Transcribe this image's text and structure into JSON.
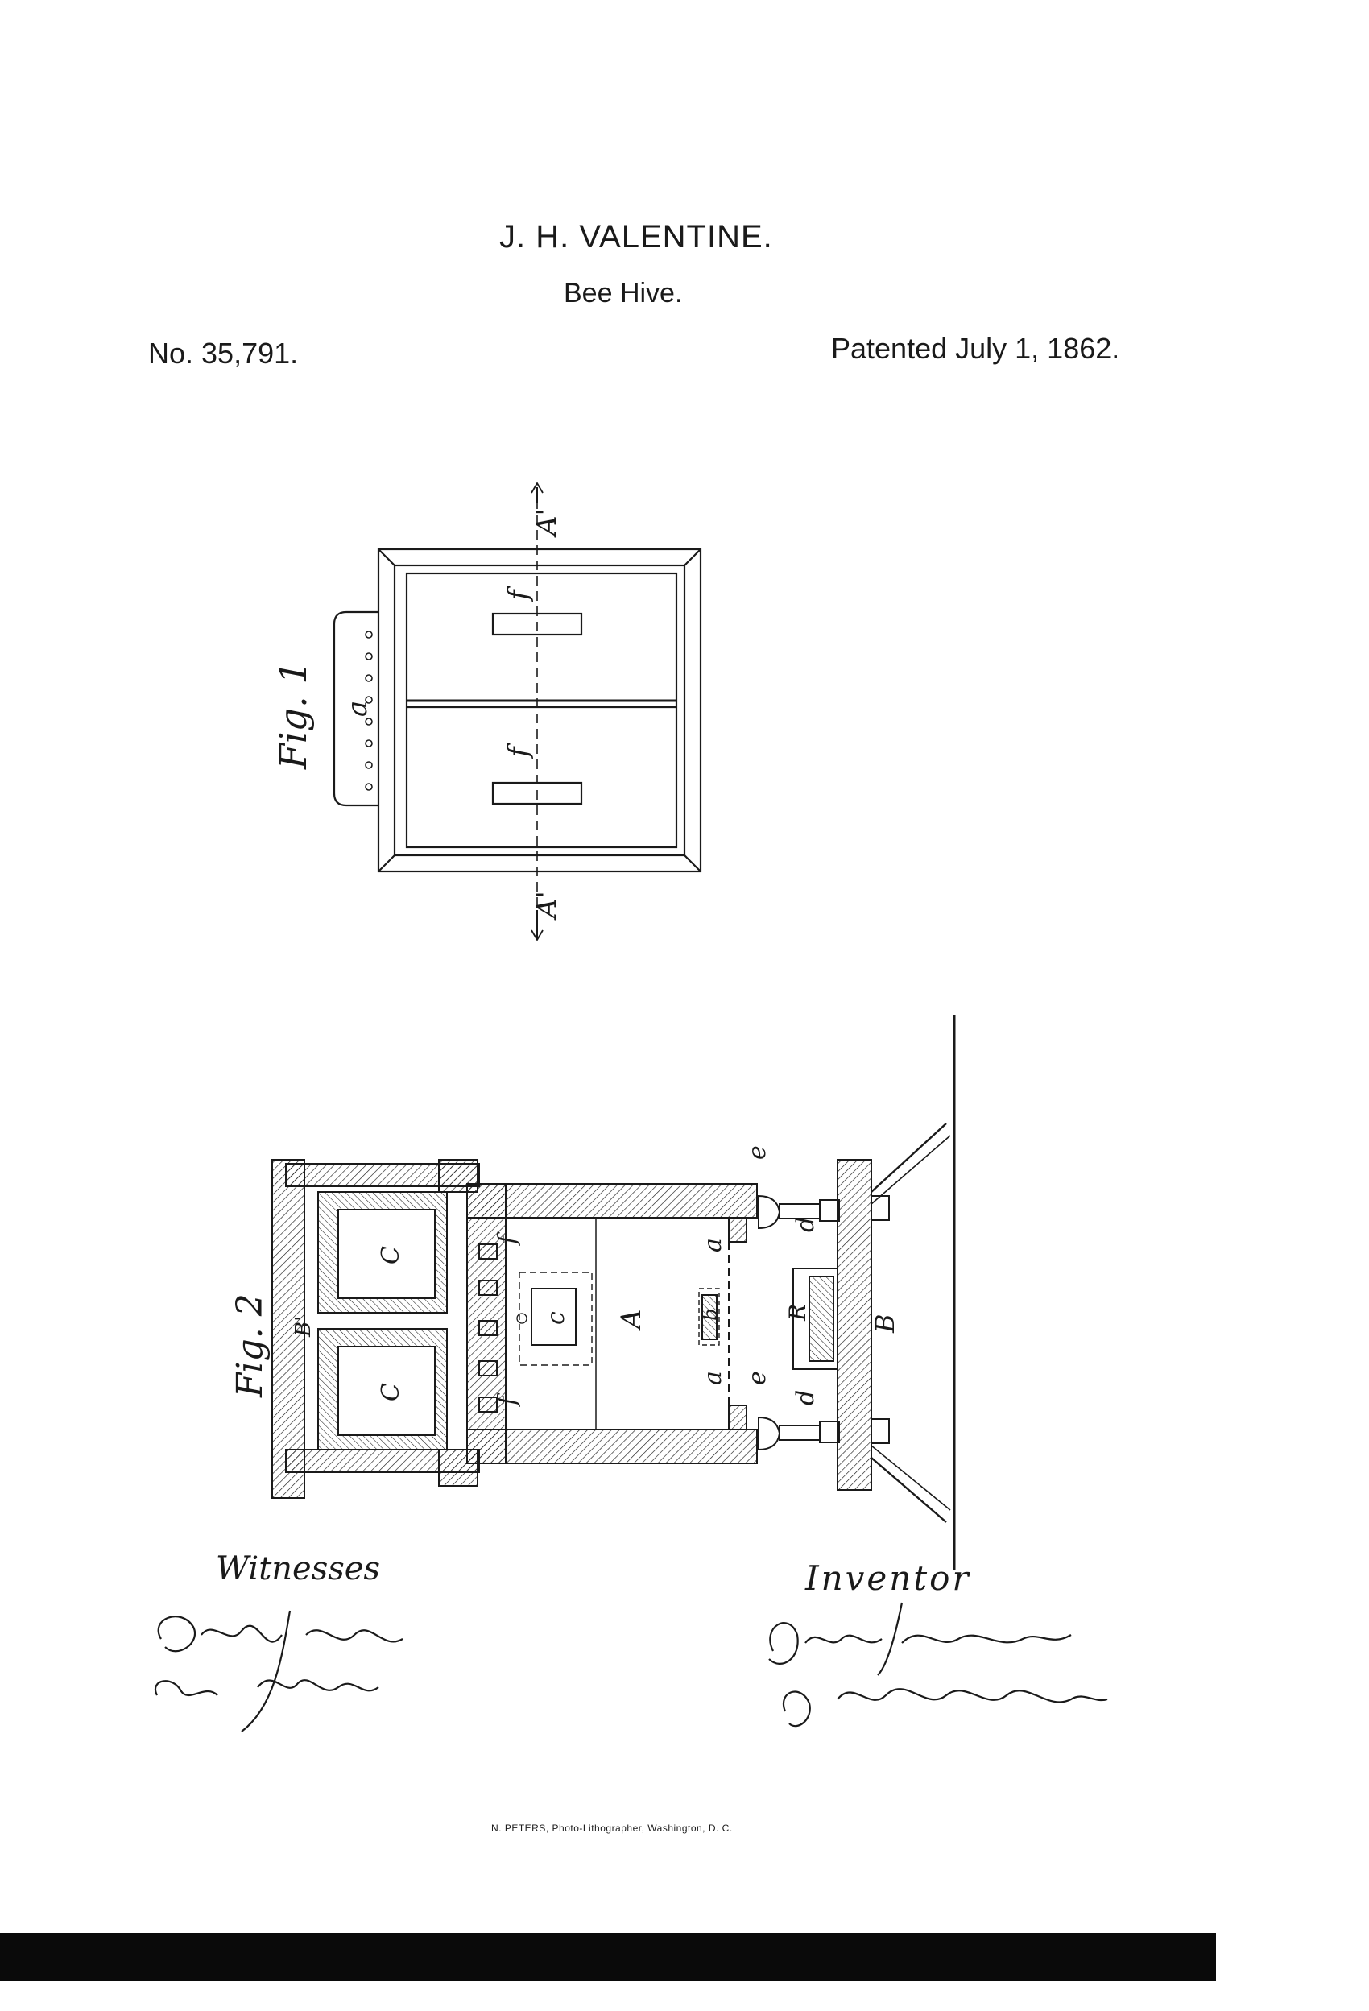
{
  "header": {
    "inventor_name": "J. H. VALENTINE.",
    "title": "Bee Hive.",
    "patent_number": "No. 35,791.",
    "patent_date": "Patented July 1, 1862."
  },
  "fig1": {
    "label": "Fig. 1",
    "letter_a": "a",
    "letter_f_top": "f",
    "letter_f_bottom": "f",
    "section_top": "A'",
    "section_bottom": "A'"
  },
  "fig2": {
    "label": "Fig. 2",
    "C_top": "C",
    "C_bottom": "C",
    "B_prime": "B'",
    "f_top": "f",
    "f_bottom": "f",
    "c": "c",
    "A": "A",
    "b": "b",
    "a_top": "a",
    "a_bottom": "a",
    "e_top": "e",
    "e_bottom": "e",
    "d_top": "d",
    "d_bottom": "d",
    "R": "R",
    "B": "B"
  },
  "signatures": {
    "witnesses_label": "Witnesses",
    "inventor_label": "Inventor",
    "witness_1": "Edwd J Underwood",
    "witness_2": "E E Smith",
    "inventor_signature": "James H Valentine",
    "attorney": "by Amos Broadnax atty."
  },
  "footer": {
    "printer": "N. PETERS, Photo-Lithographer, Washington, D. C."
  }
}
